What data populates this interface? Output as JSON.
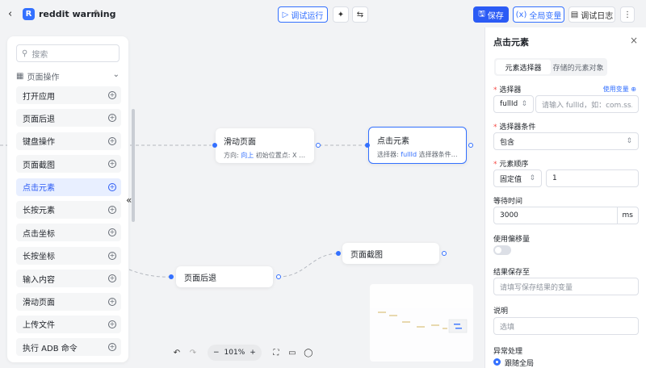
{
  "app": {
    "title": "reddit warming",
    "logo_letter": "R"
  },
  "toolbar": {
    "debug_run": "调试运行",
    "save": "保存",
    "global_vars": "全局变量",
    "debug_log": "调试日志"
  },
  "palette": {
    "search_placeholder": "搜索",
    "category": "页面操作",
    "items": [
      {
        "label": "打开应用"
      },
      {
        "label": "页面后退"
      },
      {
        "label": "键盘操作"
      },
      {
        "label": "页面截图"
      },
      {
        "label": "点击元素"
      },
      {
        "label": "长按元素"
      },
      {
        "label": "点击坐标"
      },
      {
        "label": "长按坐标"
      },
      {
        "label": "输入内容"
      },
      {
        "label": "滑动页面"
      },
      {
        "label": "上传文件"
      },
      {
        "label": "执行 ADB 命令"
      }
    ]
  },
  "nodes": {
    "swipe": {
      "title": "滑动页面",
      "subtitle_prefix": "方向: ",
      "subtitle_value": "向上",
      "subtitle_rest": " 初始位置点: X 2..."
    },
    "click": {
      "title": "点击元素",
      "subtitle_prefix": "选择器: ",
      "subtitle_value": "fullId",
      "subtitle_rest": " 选择器条件:..."
    },
    "back": {
      "title": "页面后退"
    },
    "screenshot": {
      "title": "页面截图"
    }
  },
  "canvas_controls": {
    "zoom": "101%"
  },
  "panel": {
    "title": "点击元素",
    "tabs": [
      "元素选择器",
      "存储的元素对象"
    ],
    "selector_label": "选择器",
    "use_variable": "使用变量",
    "selector_type": "fullId",
    "selector_placeholder": "请输入 fullId，如：com.ss.ar",
    "condition_label": "选择器条件",
    "condition_value": "包含",
    "order_label": "元素顺序",
    "order_mode": "固定值",
    "order_value": "1",
    "wait_label": "等待时间",
    "wait_value": "3000",
    "wait_unit": "ms",
    "offset_label": "使用偏移量",
    "offset_enabled": false,
    "save_to_label": "结果保存至",
    "save_to_placeholder": "请填写保存结果的变量",
    "desc_label": "说明",
    "desc_placeholder": "选填",
    "error_label": "异常处理",
    "error_option": "跟随全局"
  }
}
